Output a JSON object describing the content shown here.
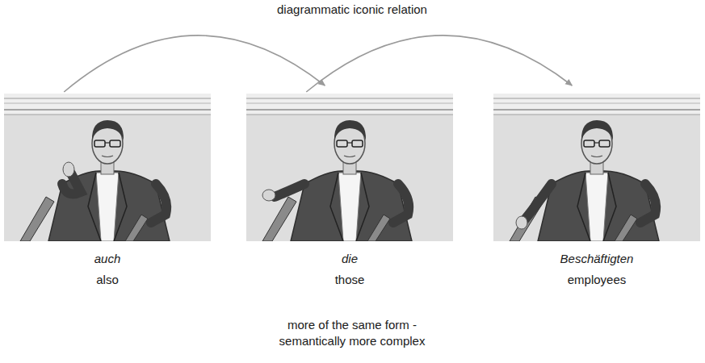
{
  "diagram": {
    "title": "diagrammatic iconic relation",
    "nodes": [
      {
        "text": [
          "auch",
          "also"
        ]
      },
      {
        "text": [
          "die",
          "those"
        ]
      },
      {
        "text": [
          "Beschäftigten",
          "employees"
        ]
      }
    ],
    "edges": [
      {
        "from": 0,
        "to": 1,
        "arrow": "to"
      },
      {
        "from": 1,
        "to": 2,
        "arrow": "to"
      }
    ],
    "labels": [
      "more of the same form - semantically more complex"
    ]
  }
}
